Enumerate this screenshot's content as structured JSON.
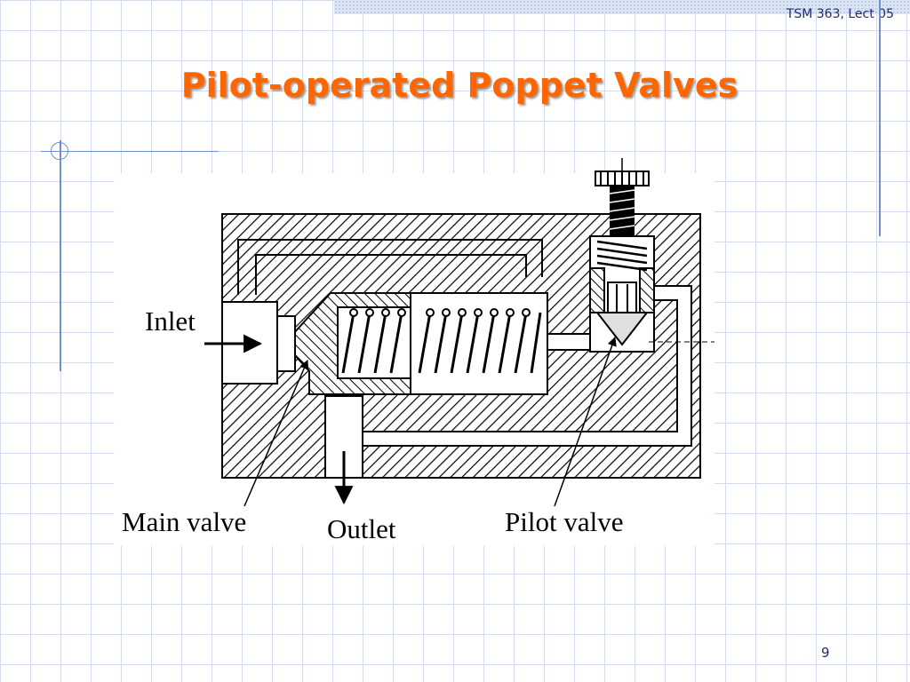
{
  "header": {
    "course": "TSM 363, Lect 05",
    "title": "Pilot-operated Poppet Valves"
  },
  "diagram": {
    "labels": {
      "inlet": "Inlet",
      "main_valve": "Main valve",
      "outlet": "Outlet",
      "pilot_valve": "Pilot valve"
    }
  },
  "footer": {
    "page_number": "9"
  }
}
